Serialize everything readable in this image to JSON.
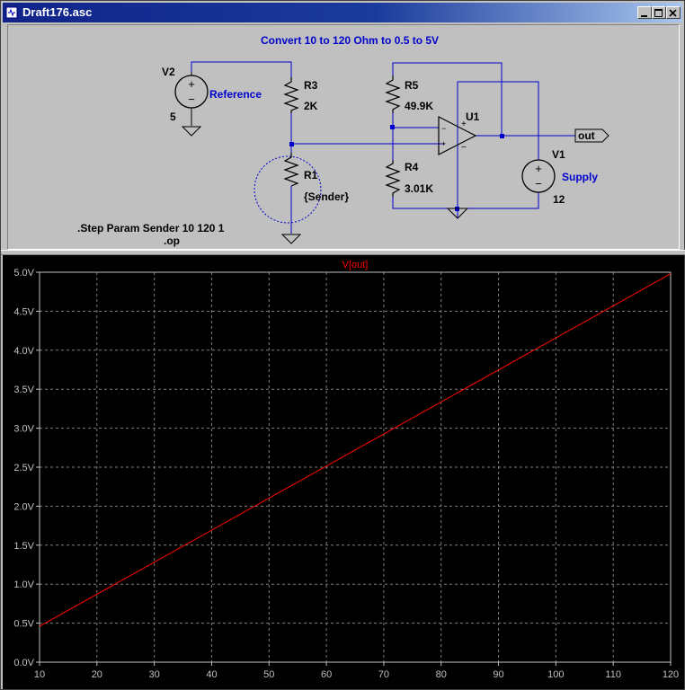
{
  "window": {
    "title": "Draft176.asc",
    "buttons": [
      "minimize",
      "maximize",
      "close"
    ]
  },
  "schematic": {
    "title": "Convert 10 to 120 Ohm to 0.5 to 5V",
    "components": {
      "V2": {
        "ref": "V2",
        "value": "5",
        "label": "Reference"
      },
      "R3": {
        "ref": "R3",
        "value": "2K"
      },
      "R1": {
        "ref": "R1",
        "value": "{Sender}"
      },
      "R5": {
        "ref": "R5",
        "value": "49.9K"
      },
      "R4": {
        "ref": "R4",
        "value": "3.01K"
      },
      "U1": {
        "ref": "U1",
        "plus": "+",
        "minus": "−"
      },
      "V1": {
        "ref": "V1",
        "value": "12",
        "label": "Supply"
      },
      "V2_plus": "+",
      "V2_minus": "−",
      "V1_plus": "+",
      "V1_minus": "−"
    },
    "net_label": "out",
    "directives": [
      ".Step Param Sender 10 120 1",
      ".op"
    ]
  },
  "colors": {
    "wire": "#0000cc",
    "text_blue": "#0000cc",
    "plot_background": "#000000",
    "trace": "#ff0000",
    "grid": "#808080",
    "axis_text": "#c0c0c0"
  },
  "chart_data": {
    "type": "line",
    "title": "V[out]",
    "xlim": [
      10,
      120
    ],
    "ylim": [
      0,
      5
    ],
    "x_ticks": [
      10,
      20,
      30,
      40,
      50,
      60,
      70,
      80,
      90,
      100,
      110,
      120
    ],
    "y_tick_labels": [
      "0.0V",
      "0.5V",
      "1.0V",
      "1.5V",
      "2.0V",
      "2.5V",
      "3.0V",
      "3.5V",
      "4.0V",
      "4.5V",
      "5.0V"
    ],
    "grid": true,
    "series": [
      {
        "name": "V[out]",
        "color": "#ff0000",
        "x": [
          10,
          120
        ],
        "y": [
          0.46,
          4.98
        ]
      }
    ]
  }
}
